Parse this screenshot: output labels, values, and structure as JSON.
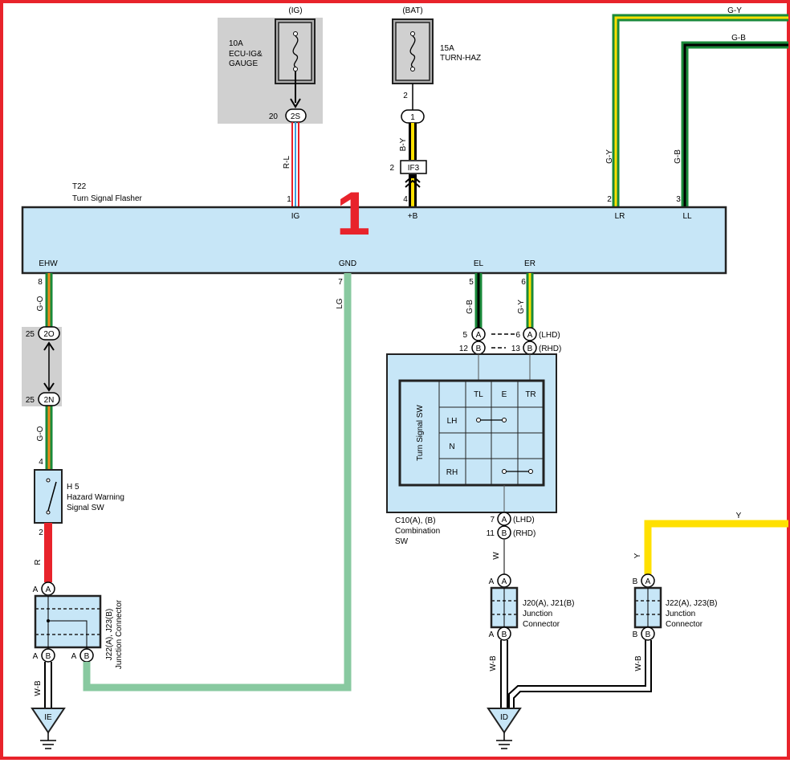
{
  "marker": {
    "number": "1"
  },
  "fuses": {
    "ig": {
      "header": "(IG)",
      "rating": "10A",
      "name_line1": "ECU-IG&",
      "name_line2": "GAUGE"
    },
    "bat": {
      "header": "(BAT)",
      "rating": "15A",
      "name": "TURN-HAZ"
    }
  },
  "connectors": {
    "2S": {
      "id": "2S",
      "pin": "20"
    },
    "bat_joint": {
      "id": "1",
      "pin": "2"
    },
    "IF3": {
      "id": "IF3",
      "pin": "2"
    },
    "2O": {
      "id": "2O",
      "pin": "25"
    },
    "2N": {
      "id": "2N",
      "pin": "25"
    }
  },
  "flasher": {
    "ref": "T22",
    "name": "Turn Signal Flasher",
    "terminals": {
      "ig": {
        "label": "IG",
        "pin": "1"
      },
      "b": {
        "label": "+B",
        "pin": "4"
      },
      "lr": {
        "label": "LR",
        "pin": "2"
      },
      "ll": {
        "label": "LL",
        "pin": "3"
      },
      "ehw": {
        "label": "EHW",
        "pin": "8"
      },
      "gnd": {
        "label": "GND",
        "pin": "7"
      },
      "el": {
        "label": "EL",
        "pin": "5"
      },
      "er": {
        "label": "ER",
        "pin": "6"
      }
    }
  },
  "wires": {
    "ig": "R-L",
    "b": "B-Y",
    "lr": "G-Y",
    "ll": "G-B",
    "top_gy": "G-Y",
    "top_gb": "G-B",
    "ehw_upper": "G-O",
    "ehw_lower": "G-O",
    "gnd": "LG",
    "el": "G-B",
    "er": "G-Y",
    "hazard_out": "R",
    "combo_out": "W",
    "y_line": "Y",
    "y_drop": "Y",
    "ground_left": "W-B",
    "ground_mid": "W-B",
    "ground_right": "W-B"
  },
  "combination_switch": {
    "ref": "C10(A), (B)",
    "name_line1": "Combination",
    "name_line2": "SW",
    "table_title": "Turn Signal SW",
    "columns": [
      "TL",
      "E",
      "TR"
    ],
    "rows": [
      "LH",
      "N",
      "RH"
    ],
    "top_pins": {
      "a_left_pin": "5",
      "a_left": "A",
      "a_right_pin": "6",
      "a_right": "A",
      "a_note": "(LHD)",
      "b_left_pin": "12",
      "b_left": "B",
      "b_right_pin": "13",
      "b_right": "B",
      "b_note": "(RHD)"
    },
    "bottom_pins": {
      "a_pin": "7",
      "a": "A",
      "a_note": "(LHD)",
      "b_pin": "11",
      "b": "B",
      "b_note": "(RHD)"
    }
  },
  "hazard_switch": {
    "ref": "H 5",
    "name_line1": "Hazard Warning",
    "name_line2": "Signal SW",
    "pin_top": "4",
    "pin_bottom": "2"
  },
  "junctions": {
    "left": {
      "ref": "J22(A), J23(B)",
      "name": "Junction Connector",
      "top_side": "A",
      "top": "A",
      "bl_side": "A",
      "bl": "B",
      "br_side": "A",
      "br": "B"
    },
    "mid": {
      "ref": "J20(A), J21(B)",
      "name_line1": "Junction",
      "name_line2": "Connector",
      "top_side": "A",
      "top": "A",
      "bottom_side": "A",
      "bottom": "B"
    },
    "right": {
      "ref": "J22(A), J23(B)",
      "name_line1": "Junction",
      "name_line2": "Connector",
      "top_side": "B",
      "top": "A",
      "bottom_side": "B",
      "bottom": "B"
    }
  },
  "grounds": {
    "left": "IE",
    "mid": "ID"
  }
}
